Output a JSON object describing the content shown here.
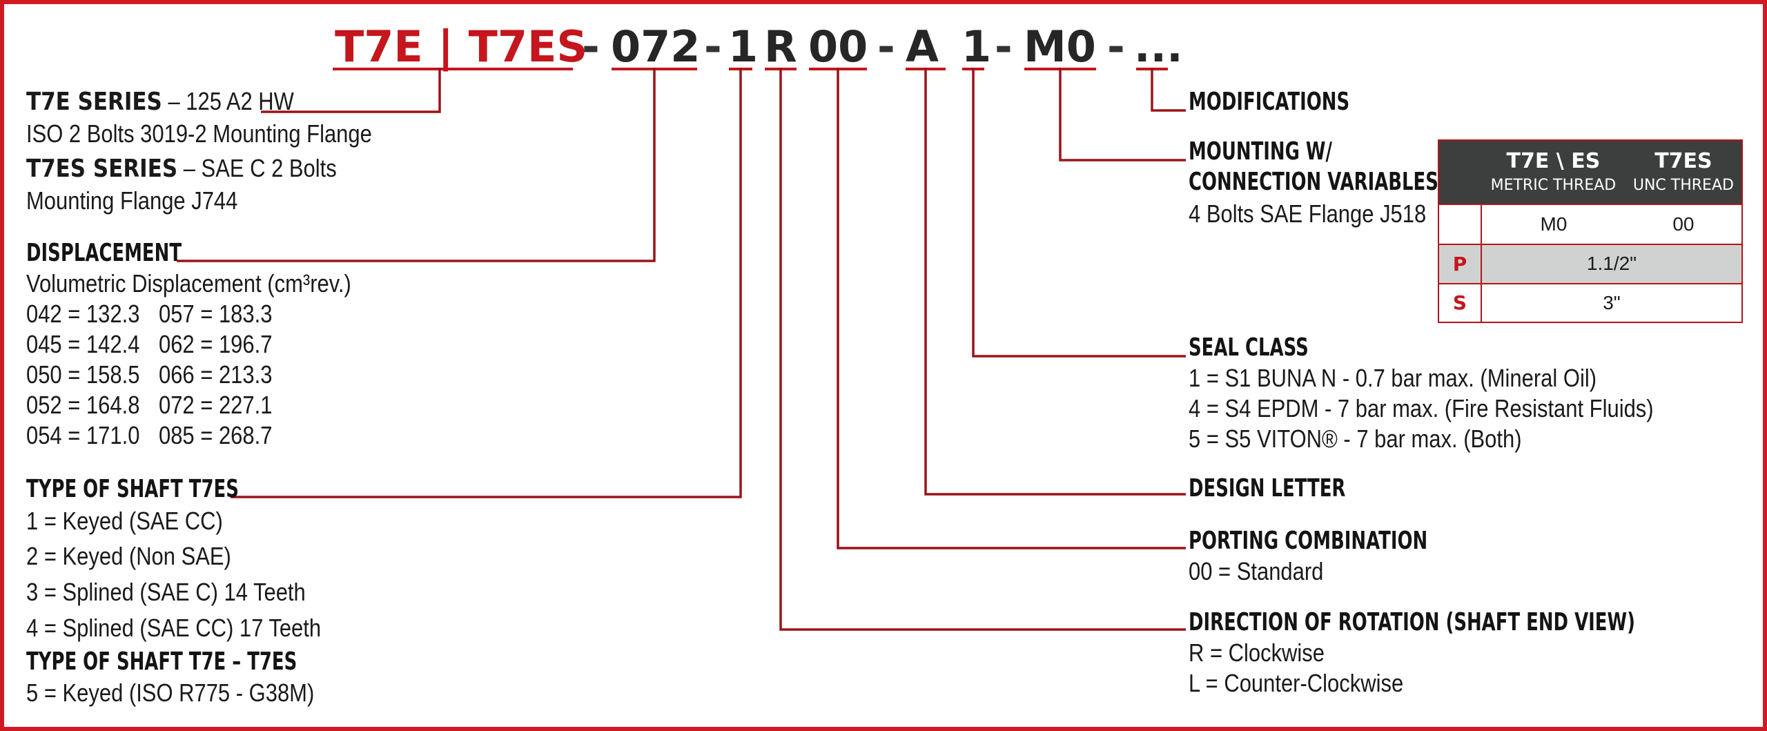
{
  "code": {
    "series": "T7E | T7ES",
    "dash1": "-",
    "displacement": "072",
    "dash2": "-",
    "shaft": "1",
    "rotation": "R",
    "porting": "00",
    "dash3": "-",
    "design": "A",
    "seal": "1",
    "dash4": "-",
    "mounting": "M0",
    "dash5": "-",
    "modifications": "..."
  },
  "left": {
    "t7e_series_title": "T7E SERIES",
    "t7e_series_value": " – 125 A2 HW",
    "t7e_series_line2": "ISO 2 Bolts 3019-2 Mounting Flange",
    "t7es_series_title": "T7ES SERIES",
    "t7es_series_value": " – SAE C 2 Bolts",
    "t7es_series_line2": "Mounting Flange J744",
    "displacement_title": "DISPLACEMENT",
    "displacement_desc": "Volumetric Displacement (cm³rev.)",
    "displacement_values": [
      [
        "042 = 132.3",
        "057 = 183.3"
      ],
      [
        "045 = 142.4",
        "062 = 196.7"
      ],
      [
        "050 = 158.5",
        "066 = 213.3"
      ],
      [
        "052 = 164.8",
        "072 = 227.1"
      ],
      [
        "054 = 171.0",
        "085 = 268.7"
      ]
    ],
    "shaft_t7es_title": "TYPE OF SHAFT T7ES",
    "shaft_t7es_items": [
      "1 = Keyed (SAE CC)",
      "2 = Keyed (Non SAE)",
      "3 = Splined (SAE C) 14 Teeth",
      "4 = Splined (SAE CC) 17 Teeth"
    ],
    "shaft_t7e_title": "TYPE OF SHAFT T7E – T7ES",
    "shaft_t7e_items": [
      "5 = Keyed (ISO R775 - G38M)"
    ]
  },
  "right": {
    "modifications_title": "MODIFICATIONS",
    "mounting_title_1": "MOUNTING W/",
    "mounting_title_2": "CONNECTION VARIABLES",
    "mounting_desc": "4 Bolts SAE Flange J518",
    "seal_title": "SEAL CLASS",
    "seal_items": [
      "1 = S1 BUNA N - 0.7 bar max. (Mineral Oil)",
      "4 = S4 EPDM - 7 bar max. (Fire Resistant Fluids)",
      "5 = S5 VITON® - 7 bar max. (Both)"
    ],
    "design_title": "DESIGN LETTER",
    "porting_title": "PORTING COMBINATION",
    "porting_items": [
      "00 = Standard"
    ],
    "rotation_title": "DIRECTION OF ROTATION (SHAFT END VIEW)",
    "rotation_items": [
      "R = Clockwise",
      "L = Counter-Clockwise"
    ]
  },
  "thread_table": {
    "headers": [
      {
        "title": "T7E \\ ES",
        "sub": "METRIC THREAD"
      },
      {
        "title": "T7ES",
        "sub": "UNC THREAD"
      }
    ],
    "codes": [
      "M0",
      "00"
    ],
    "rows": [
      {
        "label": "P",
        "value": "1.1/2\""
      },
      {
        "label": "S",
        "value": "3\""
      }
    ]
  },
  "colors": {
    "accent_red": "#c4161c",
    "header_gray": "#3d3e3e",
    "row_shade": "#d0d2d2",
    "text": "#1a1a1a"
  }
}
